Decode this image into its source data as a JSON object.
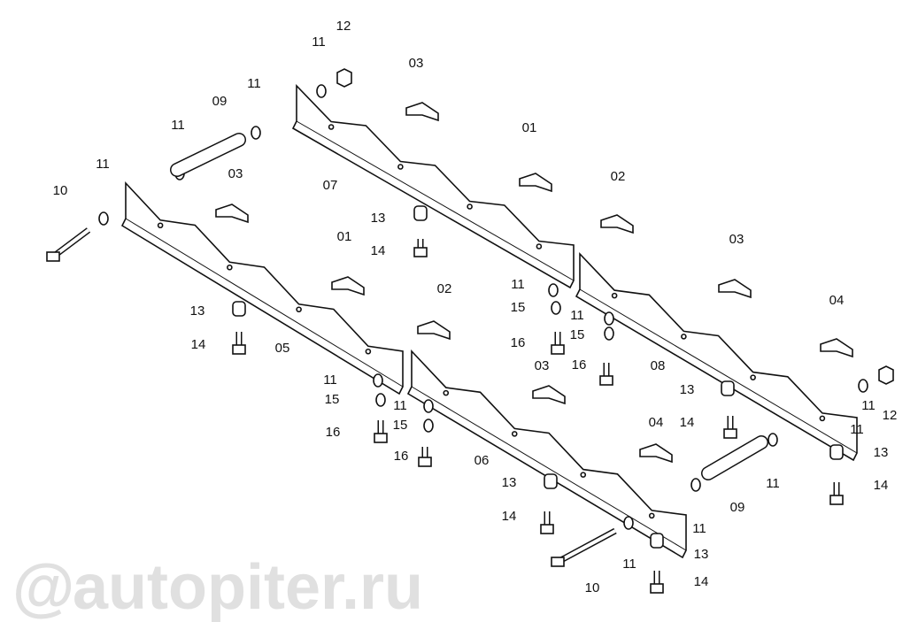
{
  "watermark": {
    "symbol": "@",
    "text": "autopiter.ru"
  },
  "part_labels": [
    "12",
    "11",
    "03",
    "11",
    "09",
    "11",
    "01",
    "11",
    "03",
    "07",
    "02",
    "10",
    "13",
    "14",
    "03",
    "01",
    "02",
    "11",
    "15",
    "04",
    "13",
    "11",
    "15",
    "16",
    "14",
    "05",
    "16",
    "08",
    "03",
    "11",
    "15",
    "11",
    "13",
    "15",
    "11",
    "12",
    "16",
    "14",
    "04",
    "11",
    "16",
    "06",
    "13",
    "13",
    "11",
    "14",
    "09",
    "14",
    "11",
    "13",
    "11",
    "10",
    "14"
  ]
}
